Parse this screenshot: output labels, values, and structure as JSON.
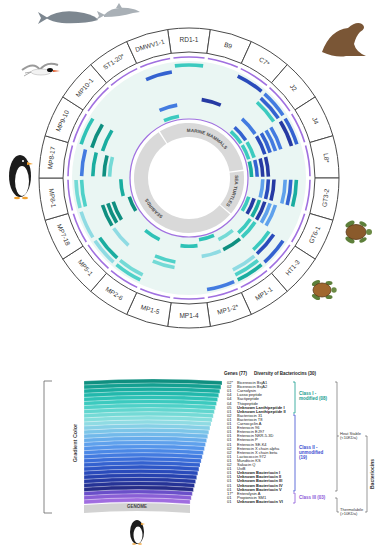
{
  "diagram": {
    "labels": [
      "RD1-1",
      "B9",
      "C7*",
      "J2",
      "J4",
      "L8*",
      "GT3-2",
      "GT6-1",
      "HT1-3",
      "MP1-1",
      "MP1-2*",
      "MP1-4",
      "MP1-5",
      "MP2-6",
      "MP5-1",
      "MP7-18",
      "MP8-1",
      "MP8-17",
      "MP9-10",
      "MP10-1",
      "ST1-20*",
      "DMWV1-1",
      "MARINE MAMMALS",
      "SEA TURTLES",
      "SEABIRDS",
      "Genes (77)",
      "Diversity of Bacteriocins (30)",
      "02*",
      "02",
      "01",
      "04",
      "04",
      "04",
      "05",
      "01",
      "02",
      "01",
      "01",
      "01",
      "01",
      "01",
      "01",
      "01",
      "02",
      "02",
      "01",
      "01",
      "02",
      "01",
      "01",
      "01",
      "01",
      "01",
      "01",
      "17*",
      "01",
      "01",
      "Class I - modified (08)",
      "Class II - unmodified (19)",
      "Class III (03)",
      "Heat Stable (<10KDa)",
      "Thermolabile (>10KDa)",
      "Bacteriocins",
      "Gradient Color",
      "GENOME"
    ],
    "legend": [
      {
        "text": "Bicereocin BsjA1",
        "color": "#0f8f80"
      },
      {
        "text": "Bicereocin BsjA2",
        "color": "#14a091"
      },
      {
        "text": "Carnolysin",
        "color": "#1aada0"
      },
      {
        "text": "Lasso peptide",
        "color": "#22b8ac"
      },
      {
        "text": "Sactipeptide",
        "color": "#2ec2b6"
      },
      {
        "text": "Thiopeptide",
        "color": "#3ccabf"
      },
      {
        "text": "Unknown Lanthipeptide I",
        "color": "#4fd1c8"
      },
      {
        "text": "Unknown Lanthipeptide II",
        "color": "#62d6cf"
      },
      {
        "text": "Bacteriocin 31",
        "color": "#74dad6"
      },
      {
        "text": "Bacteriocin T8",
        "color": "#86dedd"
      },
      {
        "text": "Carnocyclin A",
        "color": "#8fdbe3"
      },
      {
        "text": "Enterocin 96",
        "color": "#86d0e6"
      },
      {
        "text": "Enterocin EJ97",
        "color": "#7cc5e8"
      },
      {
        "text": "Enterocin NKR-5-3D",
        "color": "#72b9ea"
      },
      {
        "text": "Enterocin P",
        "color": "#68adeb"
      },
      {
        "text": "Enterocin SE-K4",
        "color": "#5fa1ec"
      },
      {
        "text": "Enterocin X chain alpha",
        "color": "#5595ea"
      },
      {
        "text": "Enterocin X chain beta",
        "color": "#4b88e6"
      },
      {
        "text": "Lactococcin 972",
        "color": "#437be0"
      },
      {
        "text": "Mundticin KS",
        "color": "#3b6ed9"
      },
      {
        "text": "Sakacin Q",
        "color": "#3462d0"
      },
      {
        "text": "UviB",
        "color": "#2e56c6"
      },
      {
        "text": "Unknown Bacteriocin I",
        "color": "#2a4bbb"
      },
      {
        "text": "Unknown Bacteriocin II",
        "color": "#2742af"
      },
      {
        "text": "Unknown Bacteriocin III",
        "color": "#263aa3"
      },
      {
        "text": "Unknown Bacteriocin IV",
        "color": "#253396"
      },
      {
        "text": "Unknown Bacteriocin V",
        "color": "#262d88"
      },
      {
        "text": "Enterolysin A",
        "color": "#6a4fc9"
      },
      {
        "text": "Propionicin SM1",
        "color": "#8a5fd6"
      },
      {
        "text": "Unknown Bacteriocin VI",
        "color": "#a06de0"
      }
    ]
  }
}
